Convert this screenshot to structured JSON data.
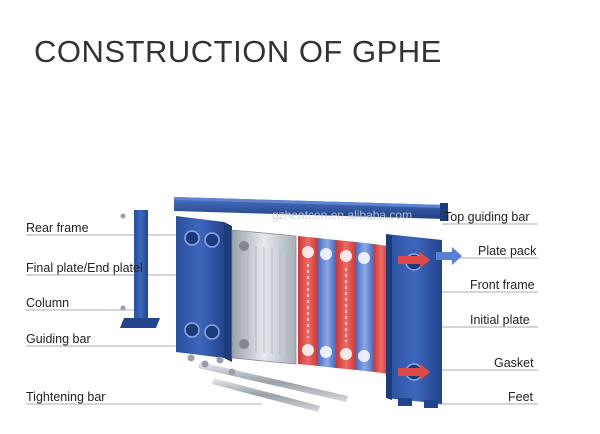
{
  "header": {
    "title": "CONSTRUCTION OF GPHE"
  },
  "watermark": "gzheatcen.en.alibaba.com",
  "labels": {
    "rear_frame": "Rear frame",
    "final_plate": "Final plate/End platel",
    "column": "Column",
    "guiding_bar": "Guiding bar",
    "tightening_bar": "Tightening bar",
    "top_guiding_bar": "Top guiding bar",
    "plate_pack": "Plate pack",
    "front_frame": "Front frame",
    "initial_plate": "Initial plate",
    "gasket": "Gasket",
    "feet": "Feet"
  },
  "colors": {
    "frame_blue": "#2f56a6",
    "frame_dark": "#1d3a7a",
    "hot_red": "#e0494a",
    "cold_blue": "#5b7fd1",
    "plate_steel": "#c7ccd3",
    "leader_line": "#8a8f96"
  }
}
